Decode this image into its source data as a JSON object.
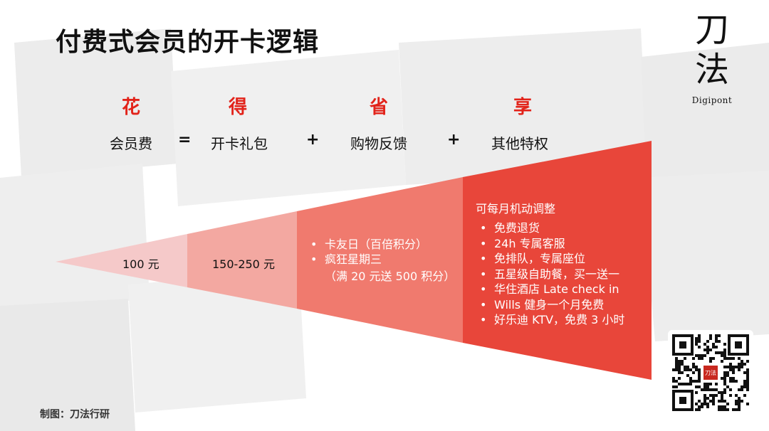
{
  "title": "付费式会员的开卡逻辑",
  "brand": {
    "chars": [
      "刀",
      "法"
    ],
    "sub": "Digipont"
  },
  "headers": [
    "花",
    "得",
    "省",
    "享"
  ],
  "formula": {
    "terms": [
      "会员费",
      "开卡礼包",
      "购物反馈",
      "其他特权"
    ],
    "equals": "=",
    "plus": "+"
  },
  "segments": {
    "seg1": "100 元",
    "seg2": "150-250 元",
    "seg3_items": [
      "卡友日（百倍积分）",
      "疯狂星期三"
    ],
    "seg3_cont": "（满 20 元送 500 积分）",
    "seg4_head": "可每月机动调整",
    "seg4_items": [
      "免费退货",
      "24h 专属客服",
      "免排队，专属座位",
      "五星级自助餐，买一送一",
      "华住酒店 Late check in",
      "Wills 健身一个月免费",
      "好乐迪 KTV，免费 3 小时"
    ]
  },
  "qr_badge": "刀法",
  "caption": "制图：刀法行研",
  "colors": {
    "accent": "#e2231a",
    "seg1": "#f5c9c9",
    "seg2": "#f3a8a1",
    "seg3": "#f07a6e",
    "seg4": "#e8463a"
  }
}
